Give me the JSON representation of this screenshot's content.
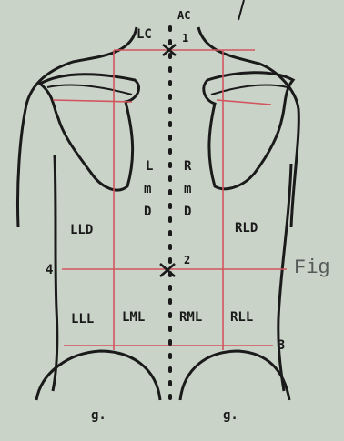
{
  "labels": {
    "ac": "AC",
    "lc": "LC",
    "mark1": "1",
    "mark2": "2",
    "mark3": "3",
    "mark4": "4",
    "l": "L",
    "m_left": "m",
    "d_left": "D",
    "r": "R",
    "m_right": "m",
    "d_right": "D",
    "lld": "LLD",
    "rld": "RLD",
    "lll": "LLL",
    "lml": "LML",
    "rml": "RML",
    "rll": "RLL",
    "g_left": "g.",
    "g_right": "g.",
    "fig": "Fig"
  },
  "colors": {
    "paper": "#c9d3c8",
    "ink": "#1a1a1a",
    "grid": "#d2555e"
  }
}
